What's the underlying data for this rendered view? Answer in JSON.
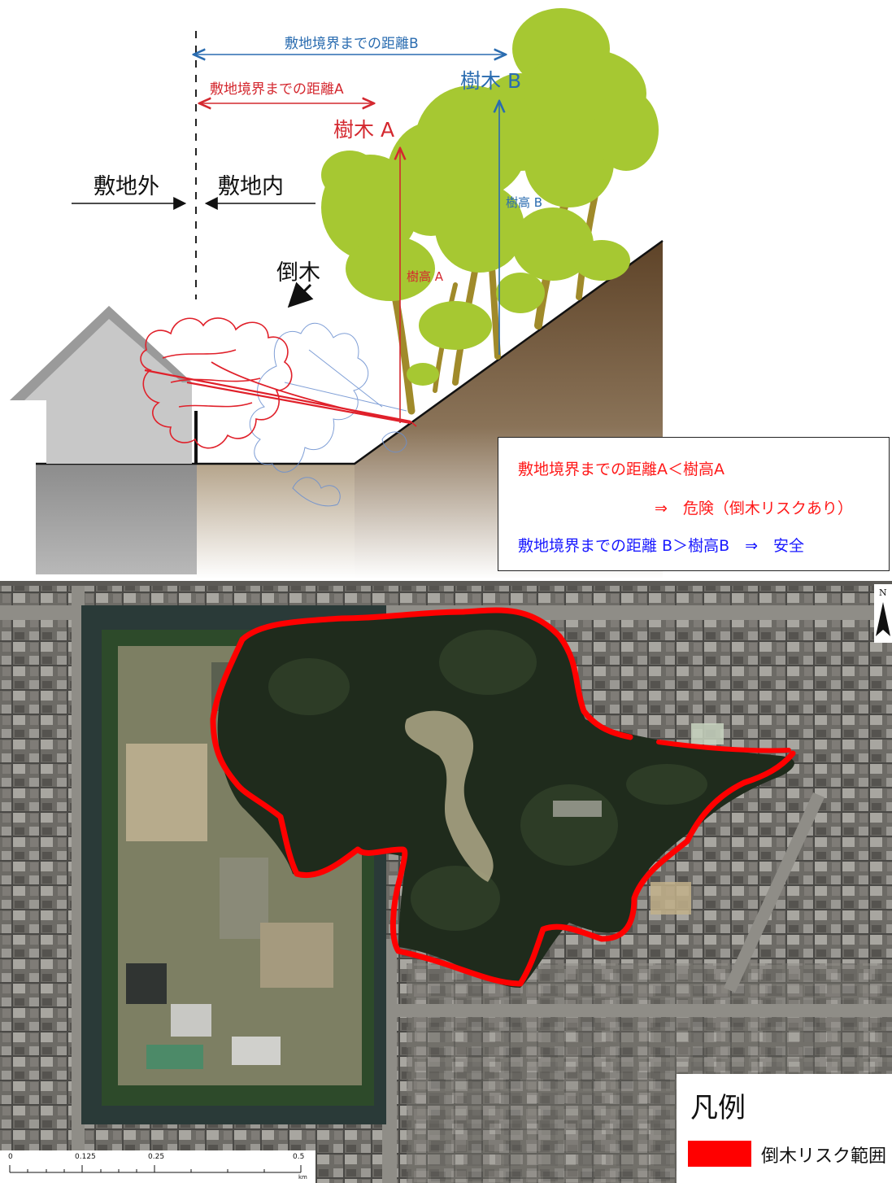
{
  "diagram": {
    "label_outside": "敷地外",
    "label_inside": "敷地内",
    "label_fallen": "倒木",
    "label_dist_a": "敷地境界までの距離A",
    "label_dist_b": "敷地境界までの距離B",
    "label_tree_a": "樹木 A",
    "label_tree_b": "樹木 B",
    "label_height_a": "樹高 A",
    "label_height_b": "樹高 B"
  },
  "info": {
    "line1": "敷地境界までの距離A＜樹高A",
    "line2": "⇒　危険（倒木リスクあり）",
    "line3": "敷地境界までの距離 B＞樹高B　⇒　安全"
  },
  "legend": {
    "title": "凡例",
    "item_label": "倒木リスク範囲",
    "item_color": "#ff0000"
  },
  "scale": {
    "ticks": [
      "0",
      "0.125",
      "0.25",
      "0.5"
    ],
    "unit": "km"
  },
  "north_label": "N",
  "colors": {
    "risk_red": "#e8141c",
    "distance_b_blue": "#2a6cb0",
    "tree_green": "#a6c832",
    "ground_brown": "#6b5335",
    "info_blue": "#1a1aff"
  }
}
